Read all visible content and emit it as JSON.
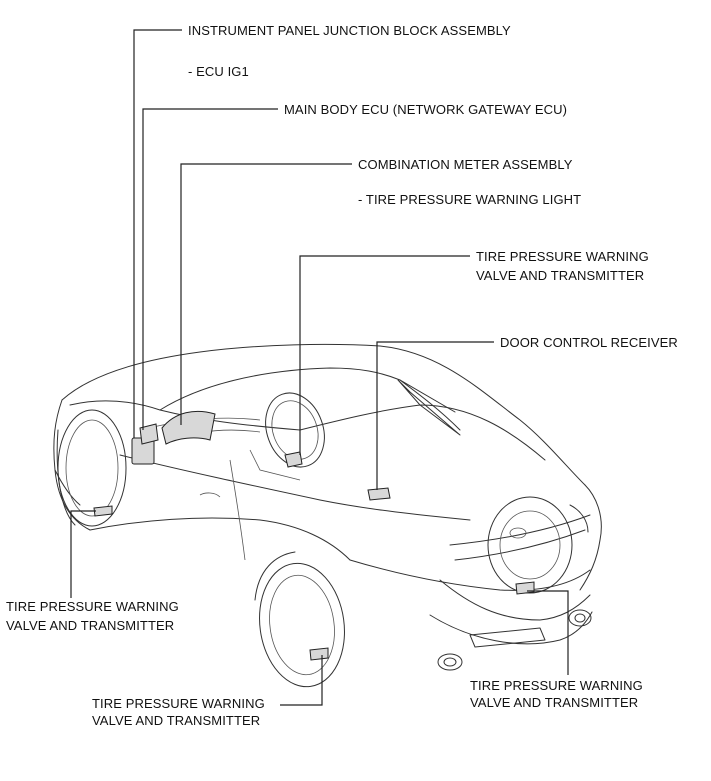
{
  "labels": {
    "instrument_panel": "INSTRUMENT PANEL JUNCTION BLOCK ASSEMBLY",
    "ecu_ig1": "- ECU IG1",
    "main_body_ecu": "MAIN BODY ECU (NETWORK GATEWAY ECU)",
    "combination_meter": "COMBINATION METER ASSEMBLY",
    "tire_warning_light": "- TIRE PRESSURE WARNING LIGHT",
    "tpw_spare_l1": "TIRE PRESSURE WARNING",
    "tpw_spare_l2": "VALVE AND TRANSMITTER",
    "door_control_receiver": "DOOR CONTROL RECEIVER",
    "tpw_front_left_l1": "TIRE PRESSURE WARNING",
    "tpw_front_left_l2": "VALVE AND TRANSMITTER",
    "tpw_front_right_l1": "TIRE PRESSURE WARNING",
    "tpw_front_right_l2": "VALVE AND TRANSMITTER",
    "tpw_rear_l1": "TIRE PRESSURE WARNING",
    "tpw_rear_l2": "VALVE AND TRANSMITTER"
  },
  "colors": {
    "line": "#222222",
    "text": "#111111",
    "background": "#ffffff"
  }
}
